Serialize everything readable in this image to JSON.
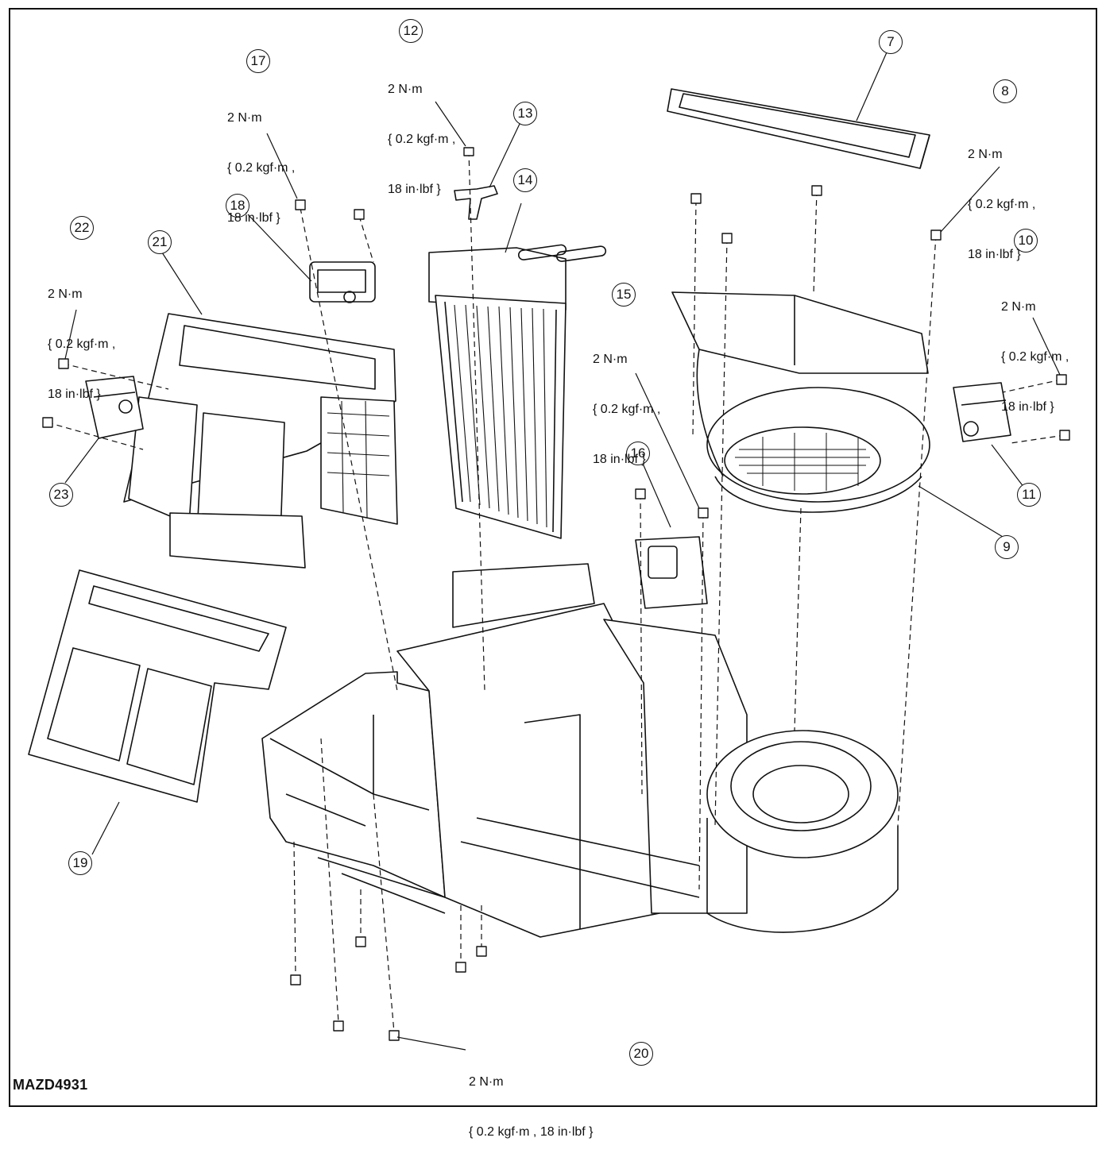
{
  "figure_id": "MAZD4931",
  "callouts": {
    "c7": "7",
    "c8": "8",
    "c9": "9",
    "c10": "10",
    "c11": "11",
    "c12": "12",
    "c13": "13",
    "c14": "14",
    "c15": "15",
    "c16": "16",
    "c17": "17",
    "c18": "18",
    "c19": "19",
    "c20": "20",
    "c21": "21",
    "c22": "22",
    "c23": "23"
  },
  "torque_specs": {
    "t8": {
      "line1": "2 N·m",
      "line2": "{ 0.2 kgf·m ,",
      "line3": "18 in·lbf }"
    },
    "t10": {
      "line1": "2 N·m",
      "line2": "{ 0.2 kgf·m ,",
      "line3": "18 in·lbf }"
    },
    "t12": {
      "line1": "2 N·m",
      "line2": "{ 0.2 kgf·m ,",
      "line3": "18 in·lbf }"
    },
    "t15": {
      "line1": "2 N·m",
      "line2": "{ 0.2 kgf·m ,",
      "line3": "18 in·lbf }"
    },
    "t17": {
      "line1": "2 N·m",
      "line2": "{ 0.2 kgf·m ,",
      "line3": "18 in·lbf }"
    },
    "t22": {
      "line1": "2 N·m",
      "line2": "{ 0.2 kgf·m ,",
      "line3": "18 in·lbf }"
    },
    "t20": {
      "line1": "2 N·m",
      "line2": "{ 0.2 kgf·m , 18 in·lbf }"
    }
  }
}
